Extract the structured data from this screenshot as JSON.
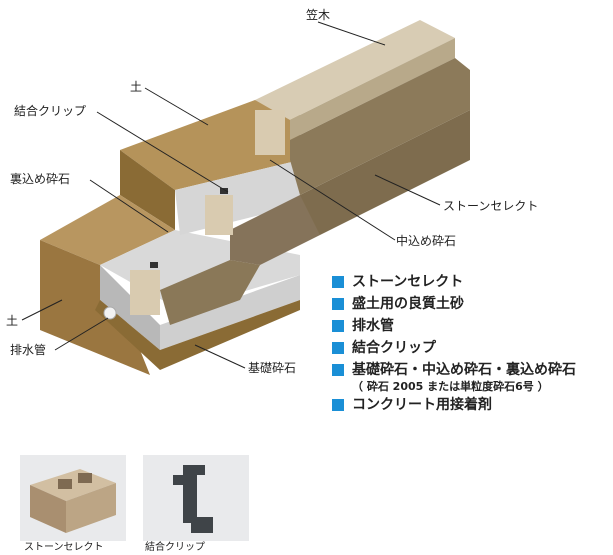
{
  "labels": {
    "kasagi": "笠木",
    "tsuchi_top": "土",
    "clip": "結合クリップ",
    "urakome": "裏込め砕石",
    "stone": "ストーンセレクト",
    "nakakome": "中込め砕石",
    "tsuchi_left": "土",
    "drain": "排水管",
    "kiso": "基礎砕石"
  },
  "legend": {
    "items": [
      "ストーンセレクト",
      "盛土用の良質土砂",
      "排水管",
      "結合クリップ",
      "基礎砕石・中込め砕石・裏込め砕石",
      "コンクリート用接着剤"
    ],
    "note": "（ 砕石 2005 または単粒度砕石6号 ）",
    "swatch_color": "#1a8fd6"
  },
  "thumbnails": {
    "stone_caption": "ストーンセレクト",
    "clip_caption": "結合クリップ"
  }
}
